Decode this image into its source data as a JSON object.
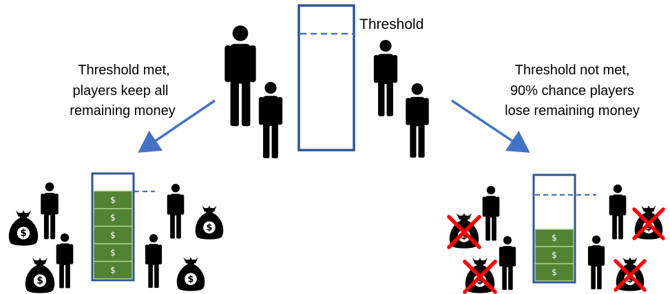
{
  "title": "",
  "threshold_label": "Threshold",
  "outcome_met": {
    "lines": [
      "Threshold met,",
      "players keep all",
      "remaining money"
    ]
  },
  "outcome_not_met": {
    "lines": [
      "Threshold not met,",
      "90% chance players",
      "lose remaining money"
    ]
  },
  "currency_symbol": "$",
  "met_filled_cells": 5,
  "not_met_filled_cells": 3,
  "colors": {
    "frame": "#2f5597",
    "arrow": "#4472c4",
    "money_fill": "#548235",
    "money_line": "#a9d18e",
    "figure": "#000000",
    "cross": "#ff0000"
  },
  "icons": {
    "player": "person-icon",
    "money": "money-bag-icon",
    "lost_money": "crossed-money-bag-icon",
    "direction": "arrow-icon"
  }
}
